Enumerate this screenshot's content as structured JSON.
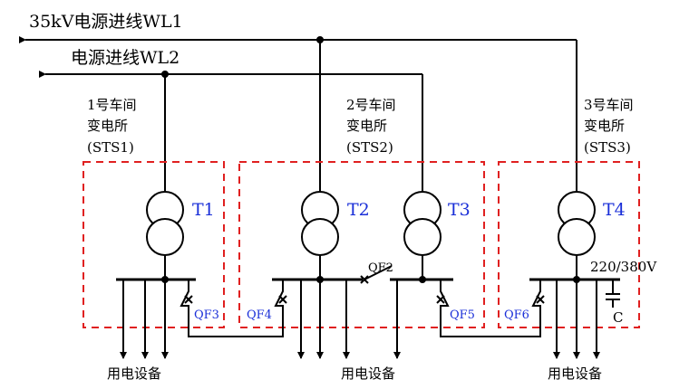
{
  "feeders": {
    "wl1": "35kV电源进线WL1",
    "wl2": "电源进线WL2"
  },
  "substations": [
    {
      "line1": "1号车间",
      "line2": "变电所",
      "code": "(STS1)"
    },
    {
      "line1": "2号车间",
      "line2": "变电所",
      "code": "(STS2)"
    },
    {
      "line1": "3号车间",
      "line2": "变电所",
      "code": "(STS3)"
    }
  ],
  "transformers": [
    "T1",
    "T2",
    "T3",
    "T4"
  ],
  "breakers": [
    "QF2",
    "QF3",
    "QF4",
    "QF5",
    "QF6"
  ],
  "voltage": "220/380V",
  "capacitor": "C",
  "loads": [
    "用电设备",
    "用电设备",
    "用电设备"
  ],
  "colors": {
    "line": "#000000",
    "boundary": "#e02020",
    "label_blue": "#1a2fd8"
  }
}
